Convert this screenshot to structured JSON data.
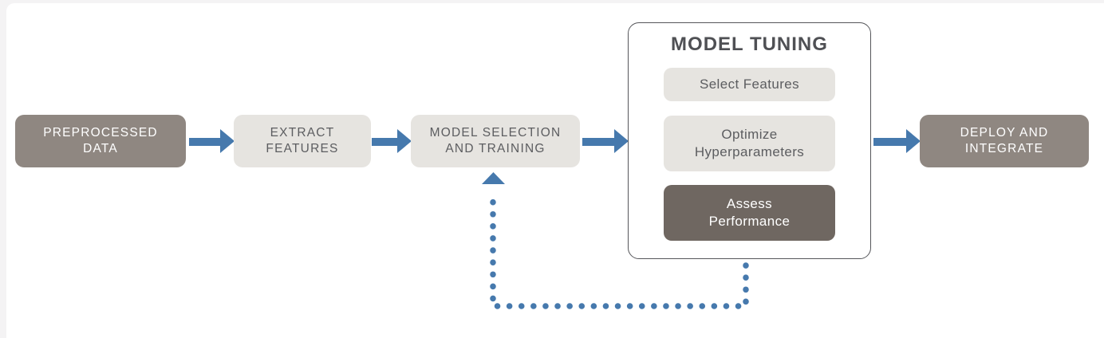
{
  "meta": {
    "description": "Machine learning workflow diagram"
  },
  "colors": {
    "frame_background": "#f4f3f4",
    "panel_background": "#ffffff",
    "arrow_blue": "#4679AD",
    "node_taupe": "#8F8781",
    "node_dark_taupe": "#6F6761",
    "node_light_gray": "#E6E4E0",
    "text_dark": "#5C5D60",
    "tuning_border": "#55565A"
  },
  "icons": {
    "flow_arrow": "solid right-pointing arrow (CSS triangle + bar)",
    "feedback_arrow": "dotted elbow path with up-pointing solid triangle head"
  },
  "flow": {
    "nodes": [
      {
        "id": "preprocessed-data",
        "variant": "dark",
        "lines": [
          "PREPROCESSED",
          "DATA"
        ]
      },
      {
        "id": "extract-features",
        "variant": "light",
        "lines": [
          "EXTRACT",
          "FEATURES"
        ]
      },
      {
        "id": "model-selection-and-training",
        "variant": "light",
        "lines": [
          "MODEL SELECTION",
          "AND TRAINING"
        ]
      },
      {
        "id": "deploy-and-integrate",
        "variant": "dark",
        "lines": [
          "DEPLOY AND",
          "INTEGRATE"
        ]
      }
    ],
    "tuning": {
      "title": "MODEL TUNING",
      "steps": [
        {
          "id": "select-features",
          "variant": "light",
          "lines": [
            "Select Features"
          ]
        },
        {
          "id": "optimize-hyperparameters",
          "variant": "light",
          "lines": [
            "Optimize",
            "Hyperparameters"
          ]
        },
        {
          "id": "assess-performance",
          "variant": "darker",
          "lines": [
            "Assess",
            "Performance"
          ]
        }
      ]
    },
    "feedback_arrow": {
      "style": "dotted",
      "from": "model-tuning",
      "to": "model-selection-and-training"
    }
  }
}
